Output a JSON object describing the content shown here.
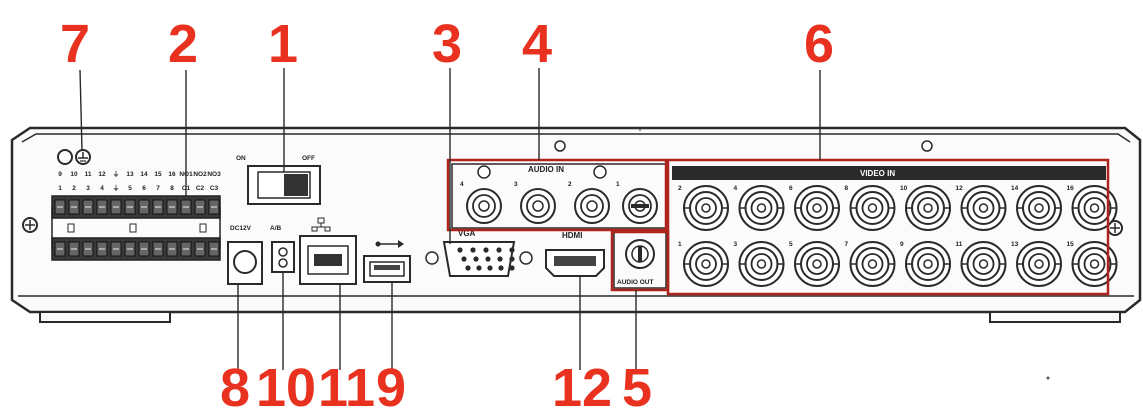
{
  "callouts": {
    "c1": "1",
    "c2": "2",
    "c3": "3",
    "c4": "4",
    "c5": "5",
    "c6": "6",
    "c7": "7",
    "c8": "8",
    "c9": "9",
    "c10": "10",
    "c11": "11",
    "c12": "12"
  },
  "panel_labels": {
    "on": "ON",
    "off": "OFF",
    "audio_in": "AUDIO IN",
    "video_in": "VIDEO IN",
    "vga": "VGA",
    "hdmi": "HDMI",
    "audio_out": "AUDIO OUT",
    "dc12v": "DC12V",
    "ab": "A/B"
  },
  "terminal_top_labels": [
    "9",
    "10",
    "11",
    "12",
    "⏚",
    "13",
    "14",
    "15",
    "16",
    "NO1",
    "NO2",
    "NO3"
  ],
  "terminal_bottom_labels": [
    "1",
    "2",
    "3",
    "4",
    "⏚",
    "5",
    "6",
    "7",
    "8",
    "C1",
    "C2",
    "C3"
  ],
  "audio_in_labels": [
    "4",
    "3",
    "2",
    "1"
  ],
  "video_top_labels": [
    "2",
    "4",
    "6",
    "8",
    "10",
    "12",
    "14",
    "16"
  ],
  "video_bottom_labels": [
    "1",
    "3",
    "5",
    "7",
    "9",
    "11",
    "13",
    "15"
  ],
  "colors": {
    "callout": "#e8311f",
    "highlight_box": "#b0231c",
    "panel_outline": "#2a2a2a"
  }
}
